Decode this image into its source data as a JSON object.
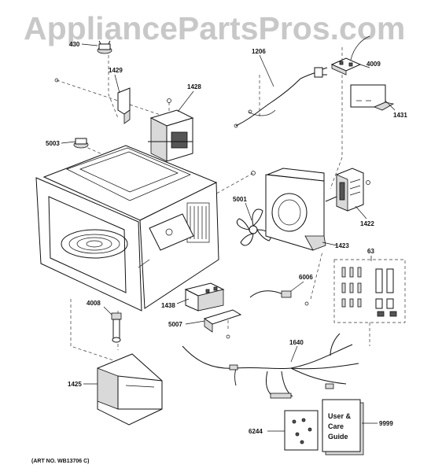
{
  "watermark": "AppliancePartsPros.com",
  "art_number": "(ART NO. WB13706 C)",
  "manual_text": [
    "User &",
    "Care",
    "Guide"
  ],
  "part_labels": {
    "p430": "430",
    "p1429": "1429",
    "p1428": "1428",
    "p1206": "1206",
    "p4009": "4009",
    "p1431": "1431",
    "p5003": "5003",
    "p5001": "5001",
    "p1422": "1422",
    "p1423": "1423",
    "p63": "63",
    "p6006": "6006",
    "p1438": "1438",
    "p5007": "5007",
    "p4008": "4008",
    "p1640": "1640",
    "p1425": "1425",
    "p6244": "6244",
    "p9999": "9999"
  }
}
